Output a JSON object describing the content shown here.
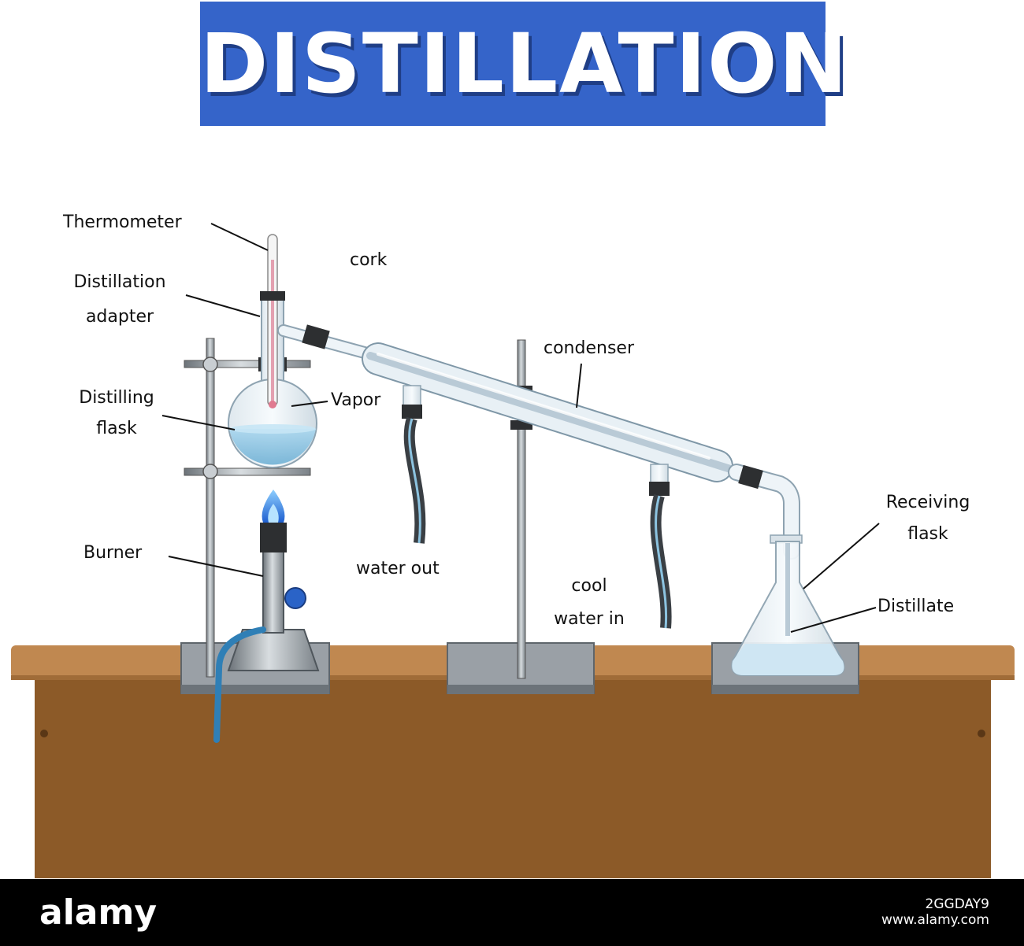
{
  "title": "DISTILLATION",
  "labels": {
    "thermometer": "Thermometer",
    "distillation_adapter_1": "Distillation",
    "distillation_adapter_2": "adapter",
    "cork": "cork",
    "distilling_flask_1": "Distilling",
    "distilling_flask_2": "flask",
    "vapor": "Vapor",
    "condenser": "condenser",
    "burner": "Burner",
    "water_out": "water out",
    "cool_water_in_1": "cool",
    "cool_water_in_2": "water in",
    "receiving_flask_1": "Receiving",
    "receiving_flask_2": "flask",
    "distillate": "Distillate"
  },
  "footer": {
    "logo": "alamy",
    "id_line1": "2GGDAY9",
    "id_line2": "www.alamy.com"
  },
  "colors": {
    "banner": "#3564c9",
    "table_top": "#c08850",
    "table_body": "#8c5a28",
    "liquid": "#8cc3e0",
    "flame": "#2f7fe0"
  }
}
